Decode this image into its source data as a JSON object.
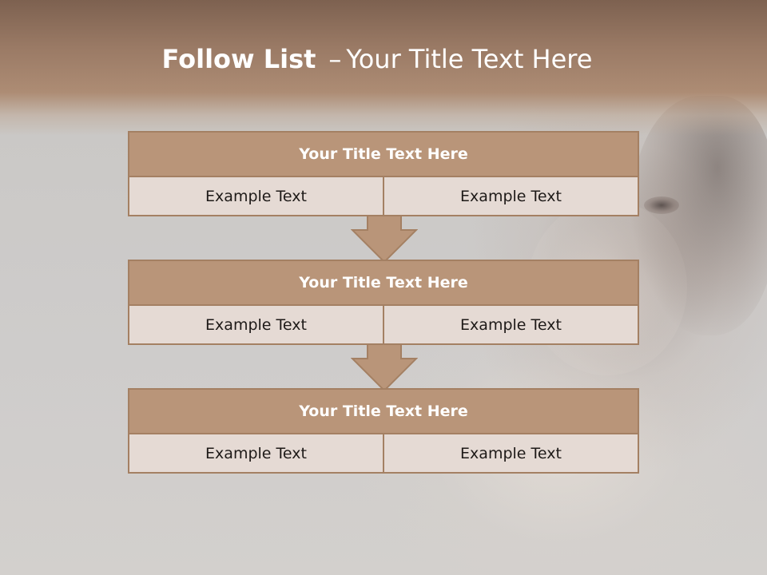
{
  "slide": {
    "title_strong": "Follow List",
    "title_separator": "–",
    "title_rest": "Your Title Text Here"
  },
  "steps": [
    {
      "title": "Your Title Text Here",
      "left": "Example Text",
      "right": "Example Text"
    },
    {
      "title": "Your Title Text Here",
      "left": "Example Text",
      "right": "Example Text"
    },
    {
      "title": "Your Title Text Here",
      "left": "Example Text",
      "right": "Example Text"
    }
  ],
  "colors": {
    "header_top": "#7d6150",
    "box_title_fill": "#b99579",
    "box_border": "#a48063",
    "cell_fill": "#e5dad4",
    "arrow_fill": "#b99579"
  },
  "icons": [
    "down-arrow-icon",
    "down-arrow-icon"
  ]
}
